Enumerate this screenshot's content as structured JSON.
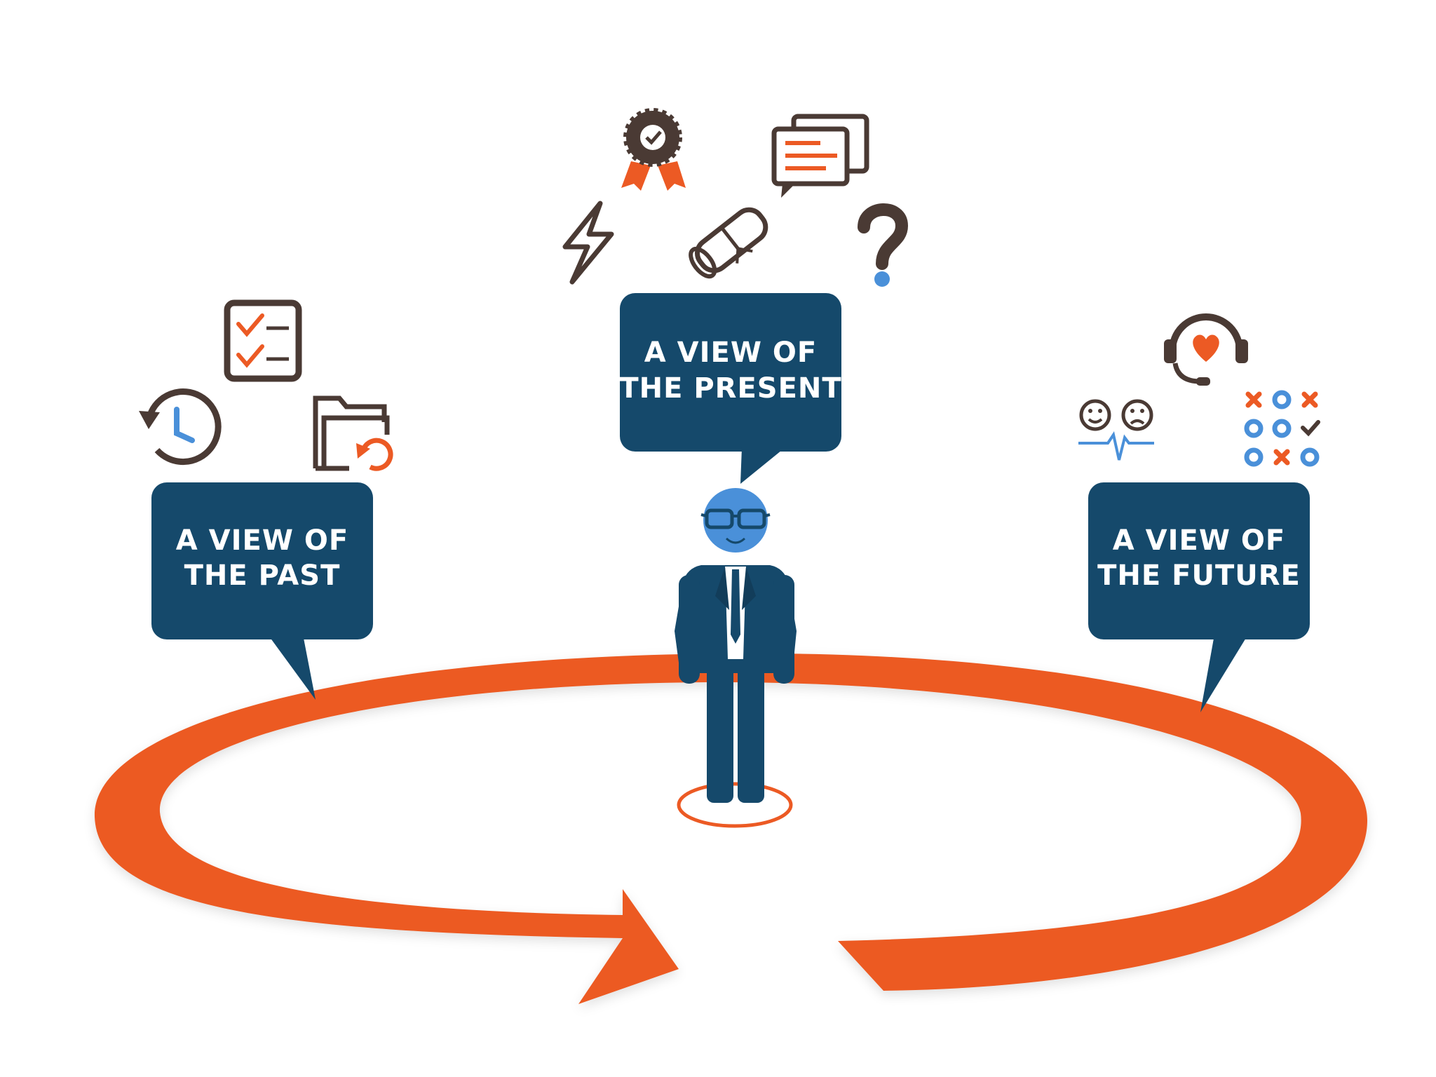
{
  "labels": {
    "past": [
      "A VIEW OF",
      "THE PAST"
    ],
    "present": [
      "A VIEW OF",
      "THE PRESENT"
    ],
    "future": [
      "A VIEW OF",
      "THE FUTURE"
    ]
  },
  "icons": {
    "past": [
      "checklist-icon",
      "clock-history-icon",
      "folder-restore-icon"
    ],
    "present": [
      "award-badge-icon",
      "chat-bubbles-icon",
      "lightning-icon",
      "diploma-icon",
      "question-mark-icon"
    ],
    "future": [
      "headset-heart-icon",
      "smiley-pulse-icon",
      "tic-tac-toe-icon"
    ]
  },
  "colors": {
    "orange": "#ec5a24",
    "navy": "#15496b",
    "blue": "#4a90d9",
    "brown": "#4a3a34",
    "white": "#ffffff"
  }
}
